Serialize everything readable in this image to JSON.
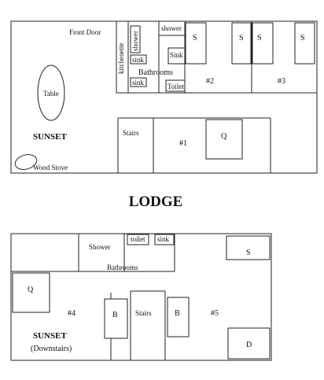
{
  "colors": {
    "line": "#222222",
    "text": "#111111",
    "background": "#ffffff"
  },
  "upper": {
    "front_door": "Front Door",
    "kitchenette": "kitchenette",
    "shower_left": "shower",
    "sink_1": "sink",
    "sink_2": "sink",
    "shower_right": "shower",
    "sink_right": "Sink",
    "bathrooms": "Bathrooms",
    "toilet": "Toilet",
    "table": "Table",
    "sunset": "SUNSET",
    "wood_stove": "Wood Stove",
    "stairs": "Stairs",
    "room_1": "#1",
    "room_2": "#2",
    "room_3": "#3",
    "bed_q": "Q",
    "bed_s1": "S",
    "bed_s2": "S",
    "bed_s3": "S",
    "bed_s4": "S"
  },
  "title": "LODGE",
  "lower": {
    "shower": "Shower",
    "toilet": "toilet",
    "sink": "sink",
    "bathrooms": "Bathrooms",
    "bed_q": "Q",
    "room_4": "#4",
    "bed_b1": "B",
    "stairs": "Stairs",
    "bed_b2": "B",
    "room_5": "#5",
    "bed_s": "S",
    "bed_d": "D",
    "sunset": "SUNSET",
    "downstairs": "(Downstairs)"
  }
}
